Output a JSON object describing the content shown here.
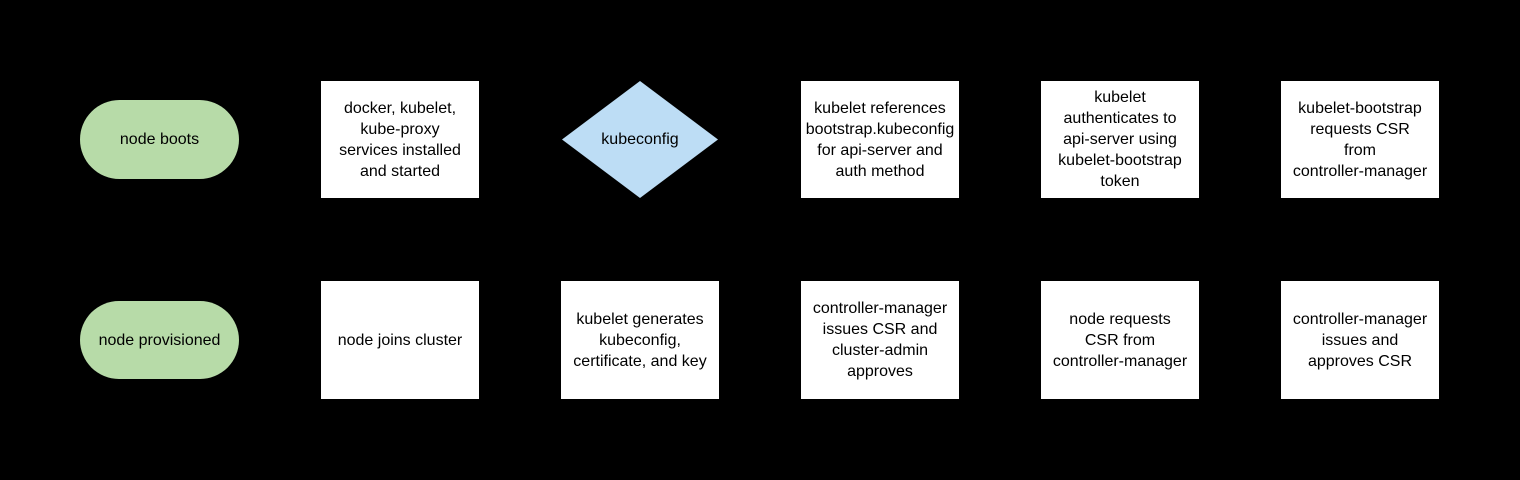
{
  "colors": {
    "background": "#000000",
    "terminator_fill": "#b7dba8",
    "decision_fill": "#bdddf5",
    "process_fill": "#ffffff",
    "text": "#000000"
  },
  "nodes": [
    {
      "type": "terminator",
      "row": 1,
      "label": "node boots"
    },
    {
      "type": "process",
      "row": 1,
      "label": "docker, kubelet,\nkube-proxy\nservices installed\nand started"
    },
    {
      "type": "decision",
      "row": 1,
      "label": "kubeconfig"
    },
    {
      "type": "process",
      "row": 1,
      "label": "kubelet references\nbootstrap.kubeconfig\nfor api-server and\nauth method"
    },
    {
      "type": "process",
      "row": 1,
      "label": "kubelet\nauthenticates to\napi-server using\nkubelet-bootstrap\ntoken"
    },
    {
      "type": "process",
      "row": 1,
      "label": "kubelet-bootstrap\nrequests CSR\nfrom\ncontroller-manager"
    },
    {
      "type": "terminator",
      "row": 2,
      "label": "node provisioned"
    },
    {
      "type": "process",
      "row": 2,
      "label": "node joins cluster"
    },
    {
      "type": "process",
      "row": 2,
      "label": "kubelet generates\nkubeconfig,\ncertificate, and key"
    },
    {
      "type": "process",
      "row": 2,
      "label": "controller-manager\nissues CSR and\ncluster-admin\napproves"
    },
    {
      "type": "process",
      "row": 2,
      "label": "node requests\nCSR from\ncontroller-manager"
    },
    {
      "type": "process",
      "row": 2,
      "label": "controller-manager\nissues and\napproves CSR"
    }
  ]
}
